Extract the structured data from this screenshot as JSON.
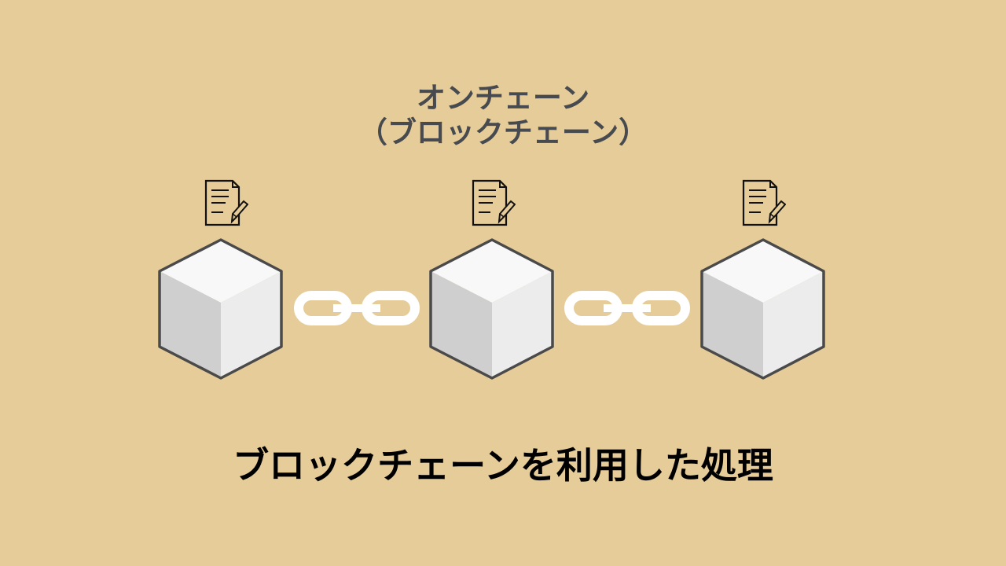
{
  "diagram": {
    "title_line1": "オンチェーン",
    "title_line2": "（ブロックチェーン）",
    "caption": "ブロックチェーンを利用した処理",
    "nodes": [
      {
        "type": "block",
        "icon": "document-pencil-icon"
      },
      {
        "type": "block",
        "icon": "document-pencil-icon"
      },
      {
        "type": "block",
        "icon": "document-pencil-icon"
      }
    ],
    "links": [
      {
        "from": 0,
        "to": 1,
        "icon": "chain-link-icon"
      },
      {
        "from": 1,
        "to": 2,
        "icon": "chain-link-icon"
      }
    ]
  },
  "colors": {
    "background": "#e6cc99",
    "title_text": "#474a4f",
    "caption_text": "#000000",
    "cube_top": "#f8f8f8",
    "cube_left": "#cfcfcf",
    "cube_right": "#ececec",
    "cube_outline": "#4a4a4a",
    "chain": "#ffffff"
  }
}
